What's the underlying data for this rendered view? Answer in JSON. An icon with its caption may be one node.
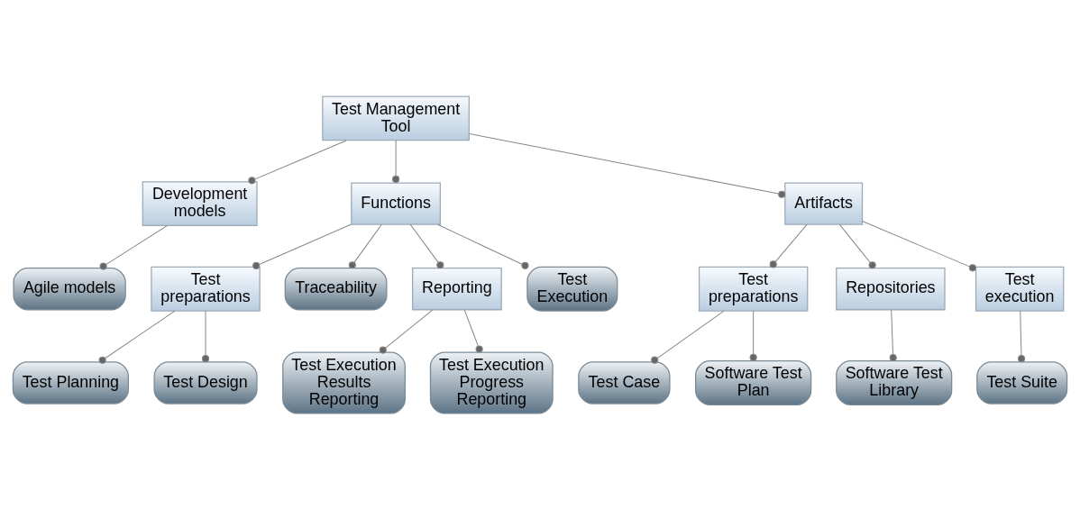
{
  "diagram": {
    "nodes": [
      {
        "text": [
          "Test Management Tool"
        ]
      },
      {
        "text": [
          "Development models"
        ]
      },
      {
        "text": [
          "Functions"
        ]
      },
      {
        "text": [
          "Artifacts"
        ]
      },
      {
        "text": [
          "Agile models"
        ]
      },
      {
        "text": [
          "Test preparations"
        ]
      },
      {
        "text": [
          "Traceability"
        ]
      },
      {
        "text": [
          "Reporting"
        ]
      },
      {
        "text": [
          "Test preparations"
        ]
      },
      {
        "text": [
          "Repositories"
        ]
      },
      {
        "text": [
          "Test execution"
        ]
      },
      {
        "text": [
          "Test Planning"
        ]
      },
      {
        "text": [
          "Test Execution"
        ]
      },
      {
        "text": [
          "Test Execution Results Reporting"
        ]
      },
      {
        "text": [
          "Test Case"
        ]
      },
      {
        "text": [
          "Test Suite"
        ]
      },
      {
        "text": [
          "Test Design"
        ]
      },
      {
        "text": [
          "Test Execution Progress Reporting"
        ]
      },
      {
        "text": [
          "Software Test Plan"
        ]
      },
      {
        "text": [
          "Software Test Library"
        ]
      }
    ],
    "edges": [
      {
        "from": 0,
        "to": 1,
        "arrow": "other"
      },
      {
        "from": 0,
        "to": 2,
        "arrow": "other"
      },
      {
        "from": 0,
        "to": 3,
        "arrow": "other"
      },
      {
        "from": 1,
        "to": 4,
        "arrow": "other"
      },
      {
        "from": 2,
        "to": 5,
        "arrow": "other"
      },
      {
        "from": 2,
        "to": 12,
        "arrow": "other"
      },
      {
        "from": 2,
        "to": 6,
        "arrow": "other"
      },
      {
        "from": 2,
        "to": 7,
        "arrow": "other"
      },
      {
        "from": 5,
        "to": 11,
        "arrow": "other"
      },
      {
        "from": 5,
        "to": 16,
        "arrow": "other"
      },
      {
        "from": 7,
        "to": 17,
        "arrow": "other"
      },
      {
        "from": 7,
        "to": 13,
        "arrow": "other"
      },
      {
        "from": 3,
        "to": 8,
        "arrow": "other"
      },
      {
        "from": 3,
        "to": 9,
        "arrow": "other"
      },
      {
        "from": 3,
        "to": 10,
        "arrow": "other"
      },
      {
        "from": 8,
        "to": 18,
        "arrow": "other"
      },
      {
        "from": 8,
        "to": 14,
        "arrow": "other"
      },
      {
        "from": 9,
        "to": 19,
        "arrow": "other"
      },
      {
        "from": 10,
        "to": 15,
        "arrow": "other"
      }
    ]
  }
}
